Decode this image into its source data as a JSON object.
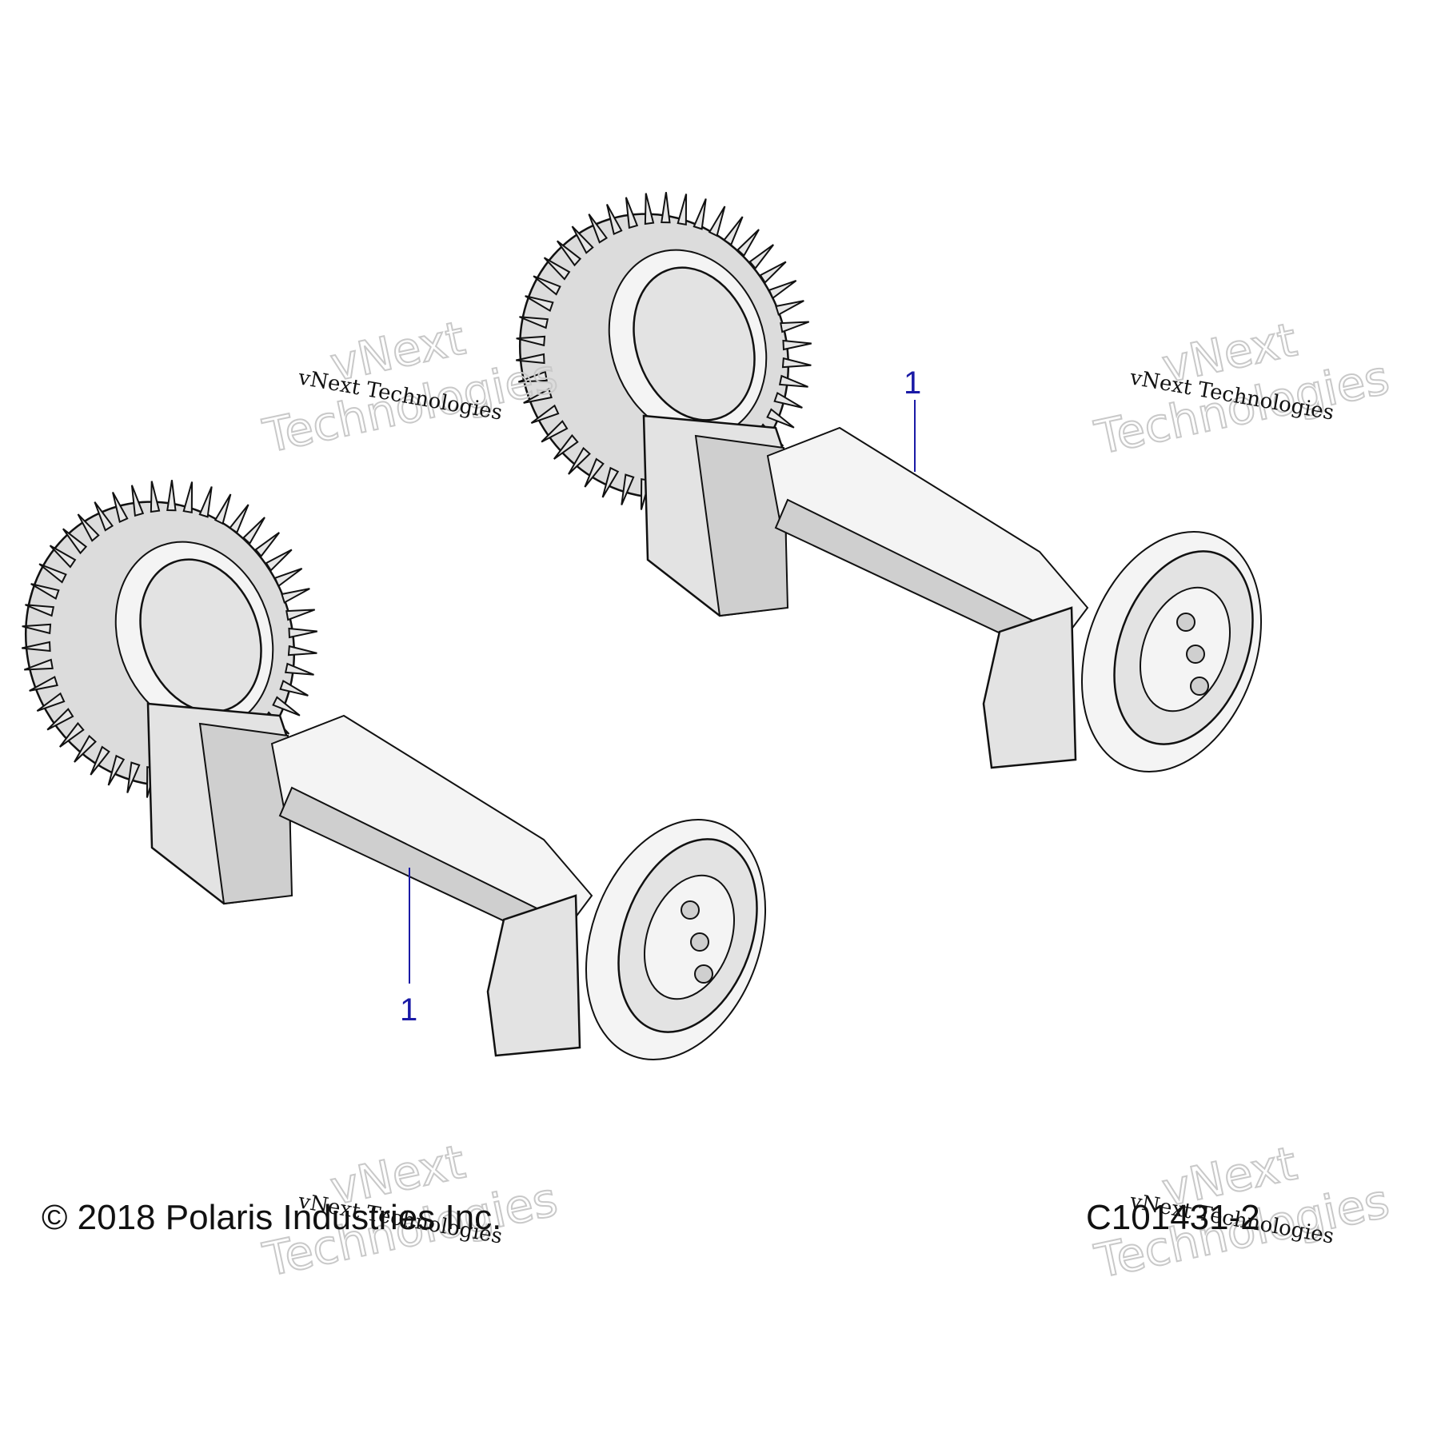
{
  "callouts": [
    {
      "label": "1"
    },
    {
      "label": "1"
    }
  ],
  "watermark": {
    "large_line1": "vNext",
    "large_line2": "Technologies",
    "small": "vNext Technologies"
  },
  "footer": {
    "copyright": "© 2018 Polaris Industries Inc.",
    "figure_id": "C101431-2"
  }
}
